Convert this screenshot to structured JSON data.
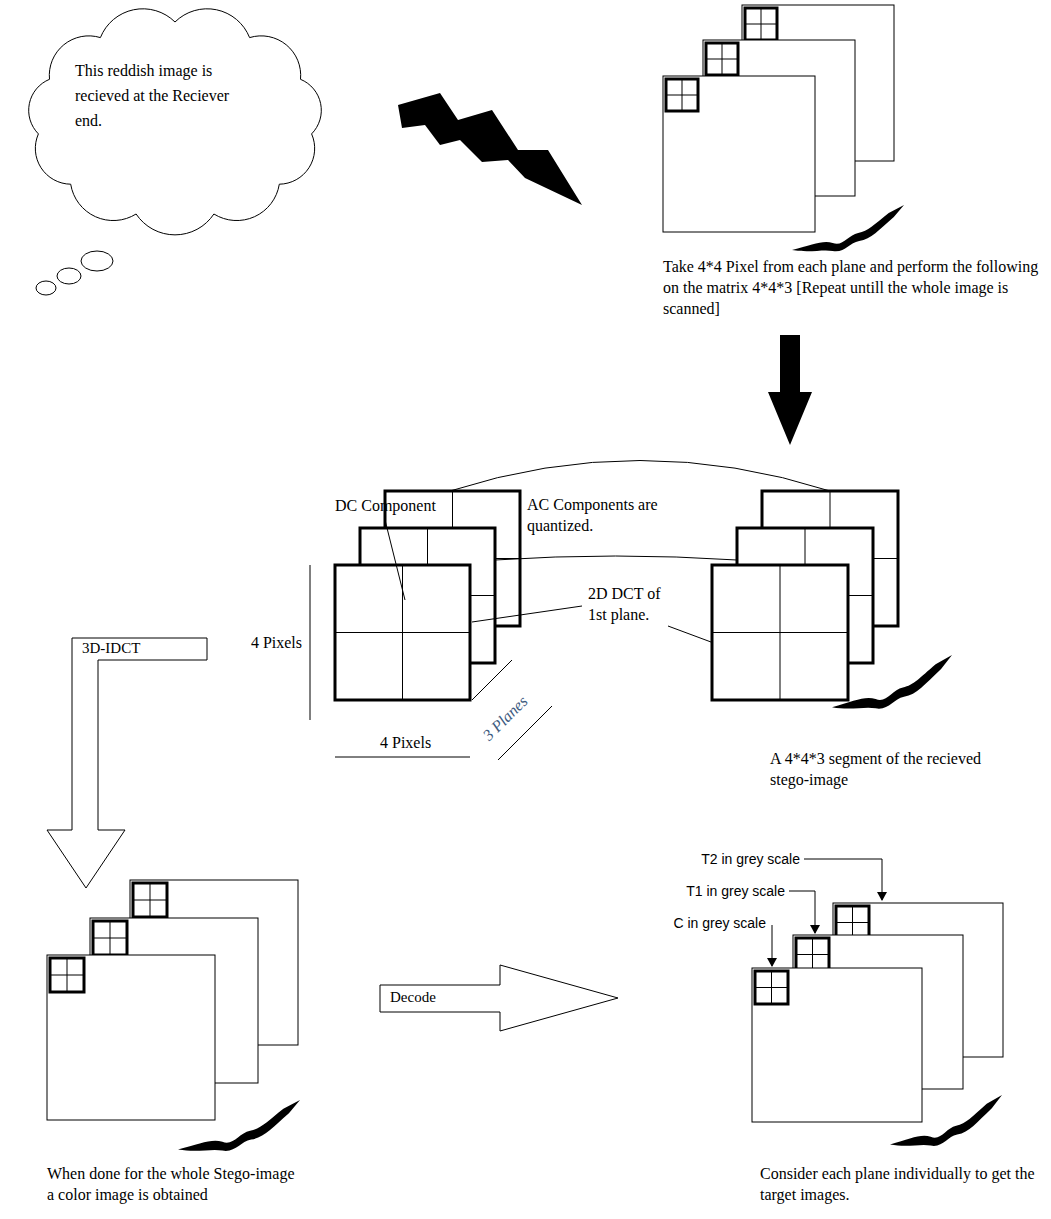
{
  "diagram": {
    "nodes": [
      {
        "text": [
          "This reddish image is recieved at the Reciever end."
        ]
      }
    ],
    "labels": [
      "Take 4*4 Pixel from each plane and perform the following on the matrix 4*4*3 [Repeat untill the whole image is scanned]",
      "DC Component",
      "AC Components are quantized.",
      "2D DCT of 1st plane.",
      "4 Pixels",
      "3 Planes",
      "4 Pixels",
      "A 4*4*3 segment of the recieved stego-image",
      "3D-IDCT",
      "When done for the whole Stego-image a color image is obtained",
      "Decode",
      "T2 in grey scale",
      "T1 in grey scale",
      "C in grey scale",
      "Consider each plane individually to get the target images."
    ]
  }
}
